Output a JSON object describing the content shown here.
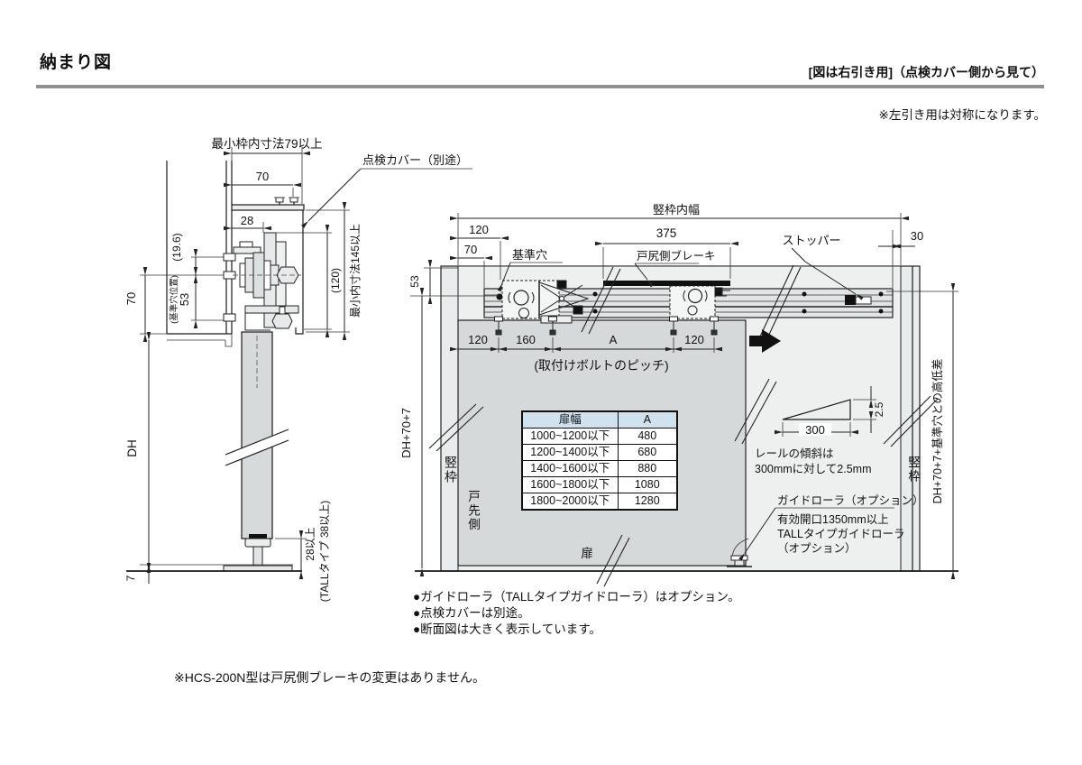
{
  "header": {
    "title": "納まり図",
    "right_note": "[図は右引き用]（点検カバー側から見て）",
    "mirror_note": "※左引き用は対称になります。"
  },
  "colors": {
    "table_header_blue": "#cfe2ee",
    "door_gray": "#d6d9da",
    "frame_gray": "#e9ecec",
    "rule_gray": "#8e9192"
  },
  "cross_section": {
    "min_frame_inner": "最小枠内寸法79以上",
    "dim_70_top": "70",
    "dim_28": "28",
    "inspection_cover": "点検カバー（別途）",
    "dim_19_6": "(19.6)",
    "dim_53": "53",
    "ref_hole_pos": "(基準穴位置)",
    "dim_70_left": "70",
    "dim_120": "(120)",
    "min_inner": "最小内寸法145以上",
    "dh": "DH",
    "dim_7": "7",
    "clearance": "28以上",
    "clearance_tall": "(TALLタイプ 38以上)"
  },
  "elevation": {
    "frame_inner_width": "竪枠内幅",
    "dim_120_top": "120",
    "dim_70_top": "70",
    "dim_375": "375",
    "dim_30": "30",
    "dim_53": "53",
    "ref_hole": "基準穴",
    "brake": "戸尻側ブレーキ",
    "stopper": "ストッパー",
    "dim_120_l": "120",
    "dim_160": "160",
    "dim_A": "A",
    "dim_120_r": "120",
    "bolt_pitch": "(取付けボルトのピッチ)",
    "dh_left": "DH+70+7",
    "dh_right": "DH+70+7+基準穴との高低差",
    "vframe_left": "竪枠",
    "vframe_right": "竪枠",
    "door_front_side": "戸先側",
    "door": "扉",
    "slope_300": "300",
    "slope_2_5": "2.5",
    "rail_slope_1": "レールの傾斜は",
    "rail_slope_2": "300mmに対して2.5mm",
    "guide_roller": "ガイドローラ（オプション）",
    "guide_note_1": "有効開口1350mm以上",
    "guide_note_2": "TALLタイプガイドローラ",
    "guide_note_3": "（オプション）",
    "table": {
      "headers": [
        "扉幅",
        "A"
      ],
      "rows": [
        [
          "1000~1200以下",
          "480"
        ],
        [
          "1200~1400以下",
          "680"
        ],
        [
          "1400~1600以下",
          "880"
        ],
        [
          "1600~1800以下",
          "1080"
        ],
        [
          "1800~2000以下",
          "1280"
        ]
      ]
    }
  },
  "notes": {
    "bullet_1": "●ガイドローラ（TALLタイプガイドローラ）はオプション。",
    "bullet_2": "●点検カバーは別途。",
    "bullet_3": "●断面図は大きく表示しています。",
    "model_note": "※HCS-200N型は戸尻側ブレーキの変更はありません。"
  }
}
